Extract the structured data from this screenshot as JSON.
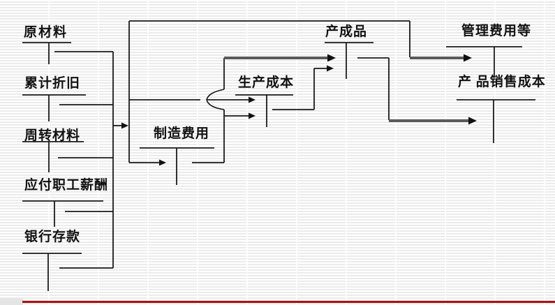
{
  "diagram": {
    "accounts": [
      {
        "id": "raw-materials",
        "label": "原材料"
      },
      {
        "id": "accumulated-depreciation",
        "label": "累计折旧"
      },
      {
        "id": "revolving-materials",
        "label": "周转材料"
      },
      {
        "id": "employee-pay-payable",
        "label": "应付职工薪酬"
      },
      {
        "id": "bank-deposits",
        "label": "银行存款"
      },
      {
        "id": "manufacturing-overhead",
        "label": "制造费用"
      },
      {
        "id": "production-cost",
        "label": "生产成本"
      },
      {
        "id": "finished-goods",
        "label": "产成品"
      },
      {
        "id": "admin-expenses",
        "label": "管理费用等"
      },
      {
        "id": "product-sales-cost",
        "label": "产 品销售成本"
      }
    ],
    "colors": {
      "line": "#1a1a1a",
      "thick_arrow": "#5a5a5a",
      "footer_rule_red": "#aa1111",
      "background_stripe": "#ebebeb"
    }
  }
}
